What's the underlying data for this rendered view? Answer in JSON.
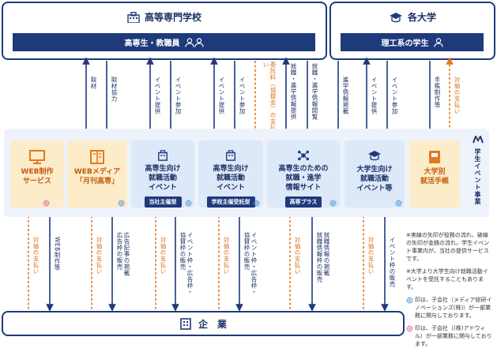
{
  "top_left": {
    "title": "高等専門学校",
    "bar": "高専生・教職員"
  },
  "top_right": {
    "title": "各大学",
    "bar": "理工系の学生"
  },
  "cards": [
    {
      "title": "WEB制作\nサービス",
      "pill": ""
    },
    {
      "title": "WEBメディア\n「月刊高専」",
      "pill": ""
    },
    {
      "title": "高専生向け\n就職活動\nイベント",
      "pill": "当社主催型"
    },
    {
      "title": "高専生向け\n就職活動\nイベント",
      "pill": "学校主催受託型"
    },
    {
      "title": "高専生のための\n就職・進学\n情報サイト",
      "pill": "高専プラス"
    },
    {
      "title": "大学生向け\n就職活動\nイベント等",
      "pill": ""
    },
    {
      "title": "大学別\n就活手帳",
      "pill": ""
    }
  ],
  "brand_side_label": "学生イベント事業",
  "upper_labels": {
    "l1": "取材",
    "l2": "取材協力",
    "l3": "イベント提供",
    "l4": "イベント参加",
    "l5": "イベント提供",
    "l6": "イベント参加",
    "l7": "委託料（協賛金）の支払い",
    "l8": "就職・進学情報提供",
    "l9": "就職・進学情報閲覧",
    "l10": "進学情報掲載",
    "l11": "イベント提供",
    "l12": "イベント参加",
    "l13": "手帳制作等",
    "l14": "対価の支払い"
  },
  "lower_labels": {
    "b1": "対価の支払い",
    "b2": "WEB制作等",
    "b3": "対価の支払い",
    "b4": "広告記事の掲載\n広告枠の販売",
    "b5": "対価の支払い",
    "b6": "イベント枠・広告枠・\n協賛枠の販売",
    "b7": "対価の支払い",
    "b8": "イベント枠・広告枠・\n協賛枠の販売",
    "b9": "対価の支払い",
    "b10": "就職情報の掲載\n就職情報枠の販売",
    "b11": "対価の支払い",
    "b12": "イベント枠の販売"
  },
  "notes": [
    "※実線の矢印が役務の流れ、破線の矢印が金銭の流れ。学生イベント事業内が、当社の提供サービスです。",
    "※大学より大学生向け就職活動イベントを受託することもあります。",
    "印は、子会社（メディア総研イノベーションズ(株)）が一部業務に関与しております。",
    "印は、子会社（(株)アドウィル）が一部業務に関与しております。"
  ],
  "bottom": {
    "title": "企　業"
  },
  "colors": {
    "navy": "#1e3a7b",
    "orange": "#e07a1f",
    "card_orange": "#fcecc9",
    "card_blue": "#dde8f8",
    "band": "#eef3fb"
  }
}
